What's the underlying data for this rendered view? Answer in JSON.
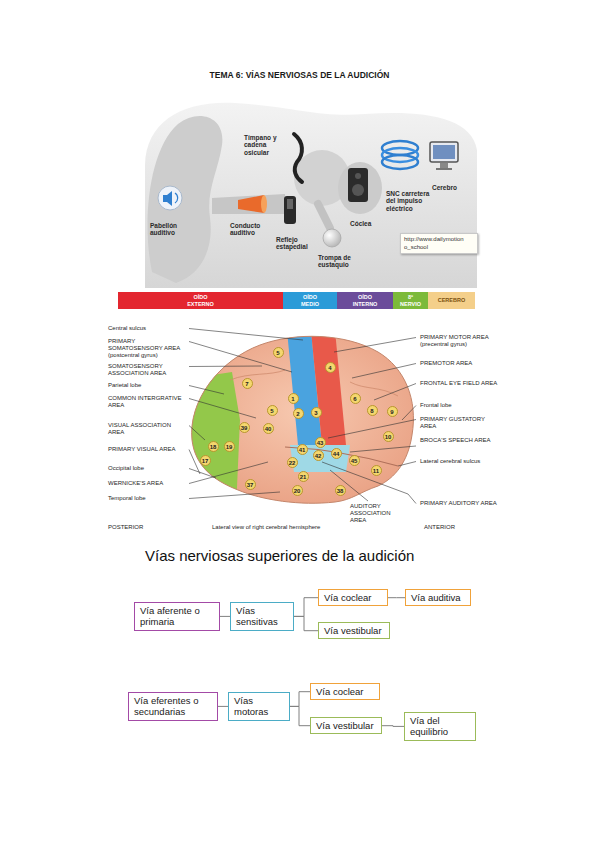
{
  "diagram": {
    "title": "TEMA 6: VÍAS NERVIOSAS DE LA AUDICIÓN",
    "nodes": [
      {
        "text": [
          "http://www.dailymotion o_school"
        ]
      },
      {
        "text": [
          "OÍDO EXTERNO"
        ]
      },
      {
        "text": [
          "OÍDO MEDIO"
        ]
      },
      {
        "text": [
          "OÍDO INTERNO"
        ]
      },
      {
        "text": [
          "8º NERVIO"
        ]
      },
      {
        "text": [
          "CEREBRO"
        ]
      },
      {
        "text": [
          "Vía aferente o primaria"
        ]
      },
      {
        "text": [
          "Vías sensitivas"
        ]
      },
      {
        "text": [
          "Vía coclear"
        ]
      },
      {
        "text": [
          "Vía auditiva"
        ]
      },
      {
        "text": [
          "Vía vestibular"
        ]
      },
      {
        "text": [
          "Vía eferentes o secundarias"
        ]
      },
      {
        "text": [
          "Vías motoras"
        ]
      },
      {
        "text": [
          "Vía coclear"
        ]
      },
      {
        "text": [
          "Vía vestibular"
        ]
      },
      {
        "text": [
          "Vía del equilibrio"
        ]
      }
    ],
    "edges": [
      {
        "from": 6,
        "to": 7,
        "arrow": "none"
      },
      {
        "from": 7,
        "to": 8,
        "arrow": "none"
      },
      {
        "from": 7,
        "to": 10,
        "arrow": "none"
      },
      {
        "from": 8,
        "to": 9,
        "arrow": "none"
      },
      {
        "from": 11,
        "to": 12,
        "arrow": "none"
      },
      {
        "from": 12,
        "to": 13,
        "arrow": "none"
      },
      {
        "from": 12,
        "to": 14,
        "arrow": "none"
      },
      {
        "from": 14,
        "to": 15,
        "arrow": "none"
      }
    ],
    "labels": [
      "Tímpano y cadena osicular",
      "Pabellón auditivo",
      "Conducto auditivo",
      "Reflejo estapedial",
      "Trompa de eustaquio",
      "Cóclea",
      "SNC carretera del impulso eléctrico",
      "Cerebro",
      "Central sulcus",
      "PRIMARY SOMATOSENSORY AREA (postcentral gyrus)",
      "SOMATOSENSORY ASSOCIATION AREA",
      "Parietal lobe",
      "COMMON INTERGRATIVE AREA",
      "VISUAL ASSOCIATION AREA",
      "PRIMARY VISUAL AREA",
      "Occipital lobe",
      "WERNICKE'S AREA",
      "Temporal lobe",
      "POSTERIOR",
      "PRIMARY MOTOR AREA (precentral gyrus)",
      "PREMOTOR AREA",
      "FRONTAL EYE FIELD AREA",
      "Frontal lobe",
      "PRIMARY GUSTATORY AREA",
      "BROCA'S SPEECH AREA",
      "Lateral cerebral sulcus",
      "AUDITORY ASSOCIATION AREA",
      "PRIMARY AUDITORY AREA",
      "Lateral view of right cerebral hemisphere",
      "ANTERIOR",
      "5",
      "4",
      "7",
      "1",
      "6",
      "8",
      "9",
      "5",
      "2",
      "3",
      "39",
      "40",
      "43",
      "41",
      "42",
      "44",
      "10",
      "45",
      "18",
      "19",
      "17",
      "22",
      "11",
      "37",
      "21",
      "20",
      "38",
      "Vías nerviosas superiores de la audición"
    ]
  }
}
